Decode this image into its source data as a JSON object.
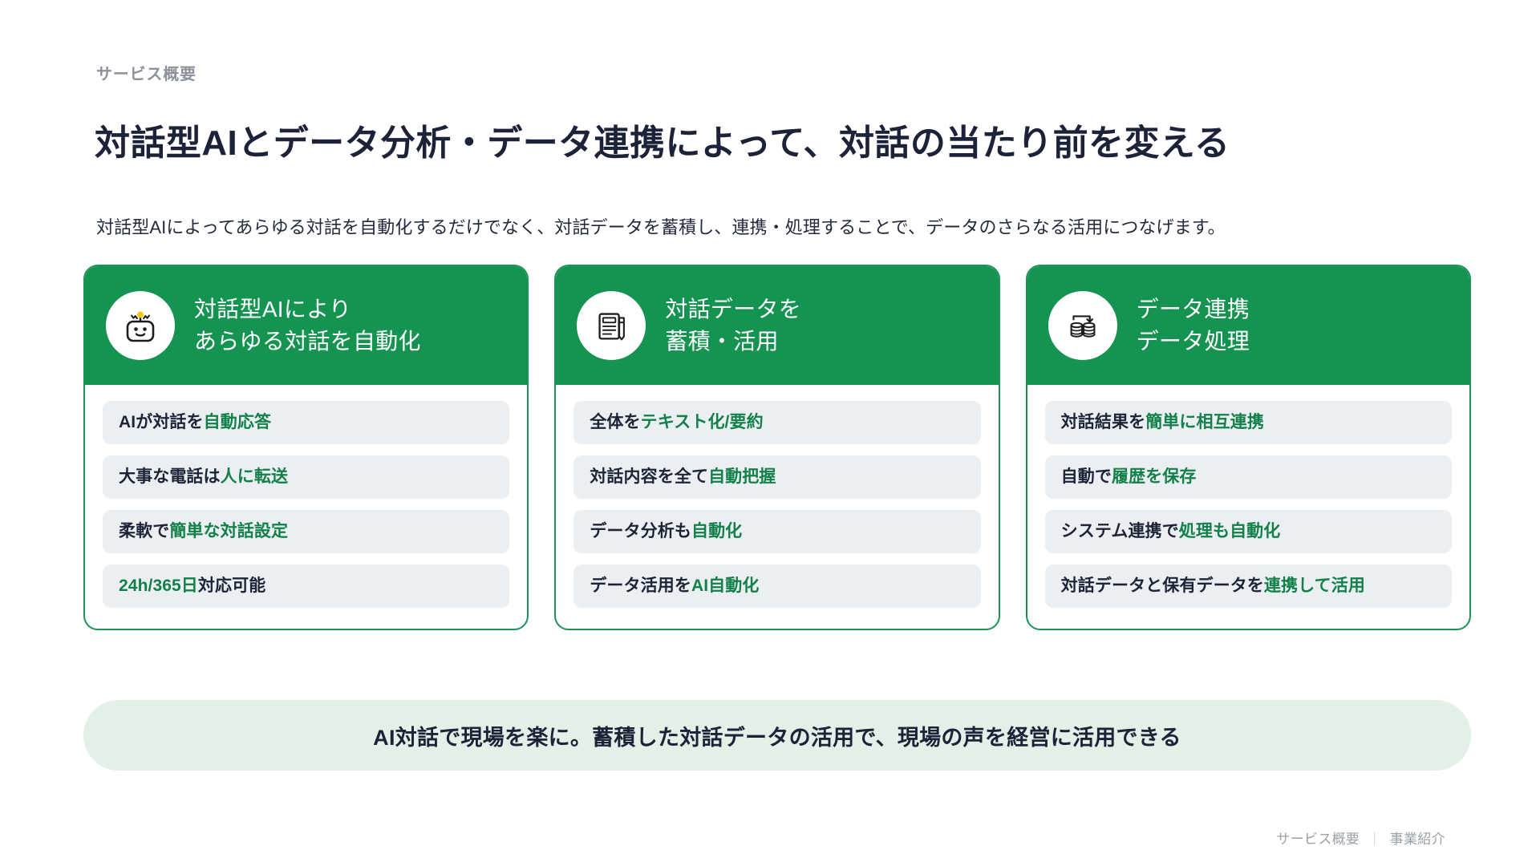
{
  "header": {
    "eyebrow": "サービス概要",
    "title": "対話型AIとデータ分析・データ連携によって、対話の当たり前を変える",
    "lede": "対話型AIによってあらゆる対話を自動化するだけでなく、対話データを蓄積し、連携・処理することで、データのさらなる活用につなげます。"
  },
  "colors": {
    "brand_green": "#159350",
    "brand_green_dark": "#12804a",
    "navy": "#1c2238",
    "chip_bg": "#eceff1",
    "banner_bg": "#e3f0e7",
    "muted_gray": "#8d9199",
    "antenna_yellow": "#f5c518"
  },
  "cards": [
    {
      "icon": "robot-icon",
      "title_line1": "対話型AIにより",
      "title_line2": "あらゆる対話を自動化",
      "items": [
        {
          "plain_before": "AIが対話を",
          "highlight": "自動応答",
          "plain_after": ""
        },
        {
          "plain_before": "大事な電話は",
          "highlight": "人に転送",
          "plain_after": ""
        },
        {
          "plain_before": "柔軟で",
          "highlight": "簡単な対話設定",
          "plain_after": ""
        },
        {
          "plain_before": "",
          "highlight": "24h/365日",
          "plain_after": "対応可能"
        }
      ]
    },
    {
      "icon": "document-pencil-icon",
      "title_line1": "対話データを",
      "title_line2": "蓄積・活用",
      "items": [
        {
          "plain_before": "全体を",
          "highlight": "テキスト化/要約",
          "plain_after": ""
        },
        {
          "plain_before": "対話内容を全て",
          "highlight": "自動把握",
          "plain_after": ""
        },
        {
          "plain_before": "データ分析も",
          "highlight": "自動化",
          "plain_after": ""
        },
        {
          "plain_before": "データ活用を",
          "highlight": "AI自動化",
          "plain_after": ""
        }
      ]
    },
    {
      "icon": "database-sync-icon",
      "title_line1": "データ連携",
      "title_line2": "データ処理",
      "items": [
        {
          "plain_before": "対話結果を",
          "highlight": "簡単に相互連携",
          "plain_after": ""
        },
        {
          "plain_before": "自動で",
          "highlight": "履歴を保存",
          "plain_after": ""
        },
        {
          "plain_before": "システム連携で",
          "highlight": "処理も自動化",
          "plain_after": ""
        },
        {
          "plain_before": "対話データと保有データを",
          "highlight": "連携して活用",
          "plain_after": ""
        }
      ]
    }
  ],
  "banner": {
    "text": "AI対話で現場を楽に。蓄積した対話データの活用で、現場の声を経営に活用できる"
  },
  "footer": {
    "left": "サービス概要",
    "separator": "｜",
    "right": "事業紹介"
  }
}
